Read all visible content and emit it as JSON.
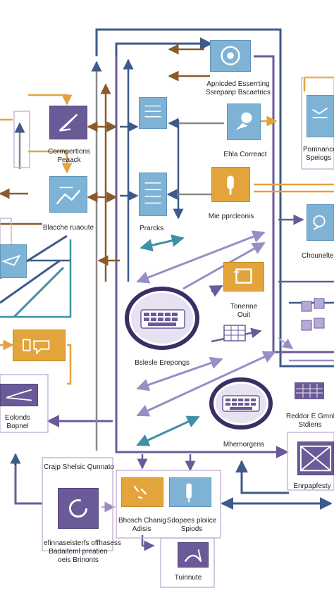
{
  "colors": {
    "purple": "#6b5a98",
    "blue": "#7fb3d6",
    "gold": "#e2a43b",
    "navy_line": "#3d5a8a",
    "brown_line": "#8a5a2b",
    "teal_line": "#3f8fa6",
    "lavender": "#b7a9d6"
  },
  "labels": {
    "l1": "Apnicded Esserrting\nSsrepanp Bscaetrics",
    "l2": "Cormpertions\nPeaack",
    "l3": "Ehla Correact",
    "l4": "Pomnance\nSpeiogs",
    "l5": "Blacche ruaoute",
    "l6": "Prarcks",
    "l7": "Mie pprcleonis",
    "l8": "Chounelten",
    "l9": "Tonenne\nOuit",
    "l10": "Bslesle Erepongs",
    "l11": "Eolonds\nBopnel",
    "l12": "Reddor E Gmnles\nStdiens",
    "l13": "Mhemorgens",
    "l14": "Crajp Shelsic Qunnato",
    "l15": "Bhosch Chanig\nAdisis",
    "l16": "Sdopees ploiice\nSpiods",
    "l17": "Enrpapfesty",
    "l18": "efinnaseisterfs offhasess\nBadaiteml preatien\noeis Brinonts",
    "l19": "Tuinnute"
  },
  "icons": [
    "target-icon",
    "paper-plane-icon",
    "book-icon",
    "chat-icon",
    "image-icon",
    "document-icon",
    "document-icon",
    "brush-icon",
    "frame-icon",
    "chat-bubbles-icon",
    "screen-icon",
    "grid-icon",
    "envelope-icon",
    "refresh-icon",
    "shapes-icon",
    "pen-icon",
    "chart-icon",
    "cloud-keyboard-icon",
    "cloud-keyboard-icon"
  ]
}
